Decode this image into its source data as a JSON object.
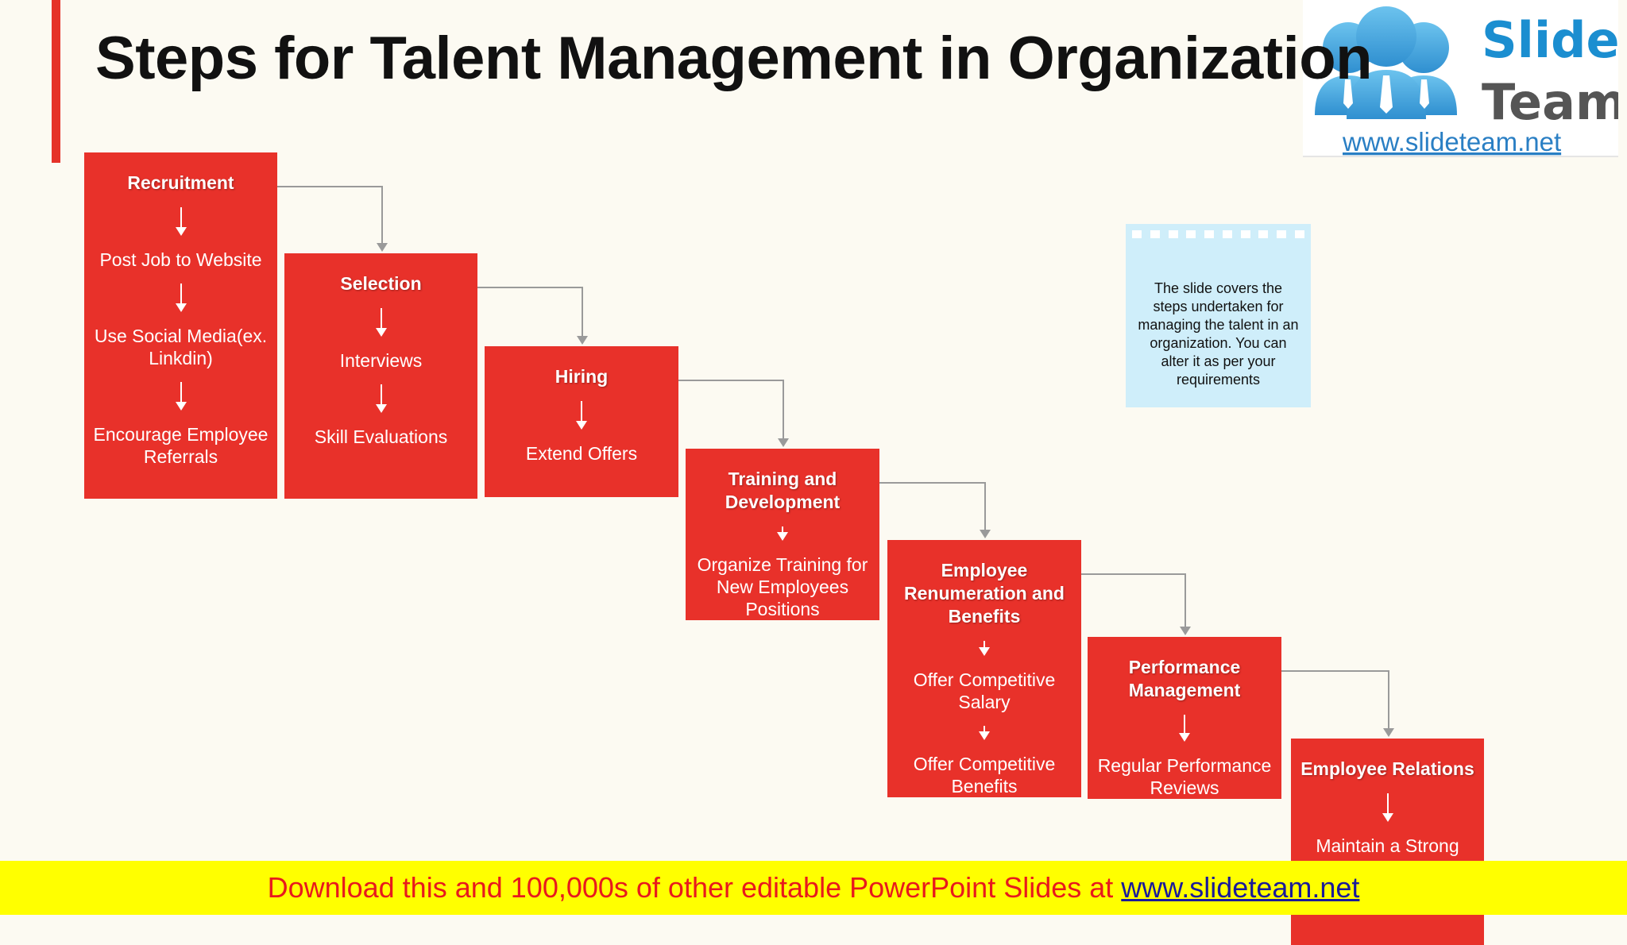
{
  "title": "Steps for Talent Management in Organization",
  "steps": [
    {
      "heading": "Recruitment",
      "items": [
        "Post Job to Website",
        "Use Social Media(ex. Linkdin)",
        "Encourage Employee Referrals"
      ]
    },
    {
      "heading": "Selection",
      "items": [
        "Interviews",
        "Skill Evaluations"
      ]
    },
    {
      "heading": "Hiring",
      "items": [
        "Extend Offers"
      ]
    },
    {
      "heading": "Training and Development",
      "items": [
        "Organize Training for New Employees Positions"
      ]
    },
    {
      "heading": "Employee Renumeration and Benefits",
      "items": [
        "Offer Competitive Salary",
        "Offer Competitive Benefits"
      ]
    },
    {
      "heading": "Performance Management",
      "items": [
        "Regular Performance Reviews"
      ]
    },
    {
      "heading": "Employee Relations",
      "items": [
        "Maintain a Strong"
      ]
    }
  ],
  "note": "The slide covers the steps undertaken for managing the talent in an organization. You can alter it as per your requirements",
  "logo": {
    "word1": "Slide",
    "word2": "Team",
    "url": "www.slideteam.net"
  },
  "banner": {
    "text": "Download this and 100,000s of other editable PowerPoint Slides at ",
    "link": "www.slideteam.net"
  },
  "colors": {
    "box": "#e8312a",
    "accent": "#e53229",
    "note": "#cfeefa",
    "banner": "#ffff00"
  }
}
